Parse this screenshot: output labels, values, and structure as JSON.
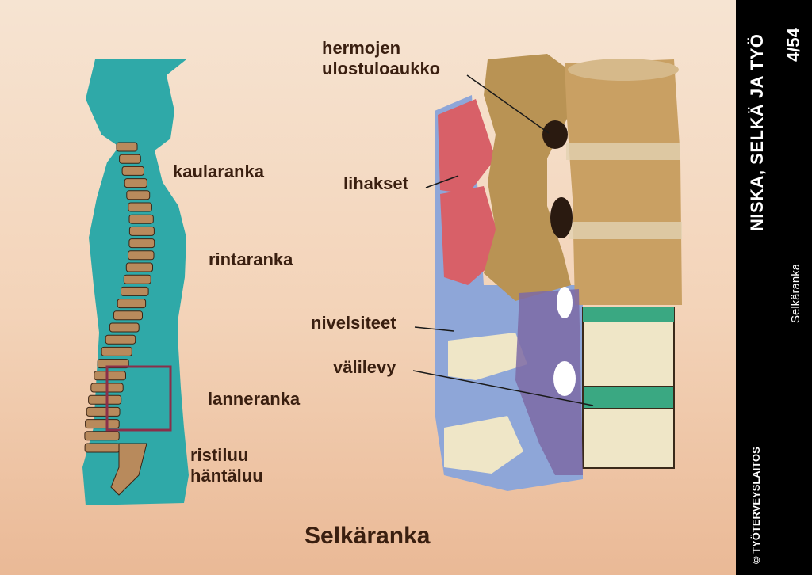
{
  "sidebar": {
    "series_title": "NISKA, SELKÄ JA TYÖ",
    "page_number": "4/54",
    "subtitle": "Selkäranka",
    "copyright": "© TYÖTERVEYSLAITOS"
  },
  "figure": {
    "title": "Selkäranka",
    "body_labels": {
      "cervical": "kaularanka",
      "thoracic": "rintaranka",
      "lumbar": "lanneranka",
      "sacrum": "ristiluu",
      "coccyx": "häntäluu"
    },
    "detail_labels": {
      "foramen_line1": "hermojen",
      "foramen_line2": "ulostuloaukko",
      "muscles": "lihakset",
      "ligaments": "nivelsiteet",
      "disc": "välilevy"
    }
  },
  "colors": {
    "body": "#2fa9a8",
    "bone": "#b88a5c",
    "vertebra": "#c9a063",
    "muscle": "#d9606a",
    "disc": "#3aa882",
    "ligament": "#8aa2d8",
    "label_text": "#3a1f10"
  }
}
